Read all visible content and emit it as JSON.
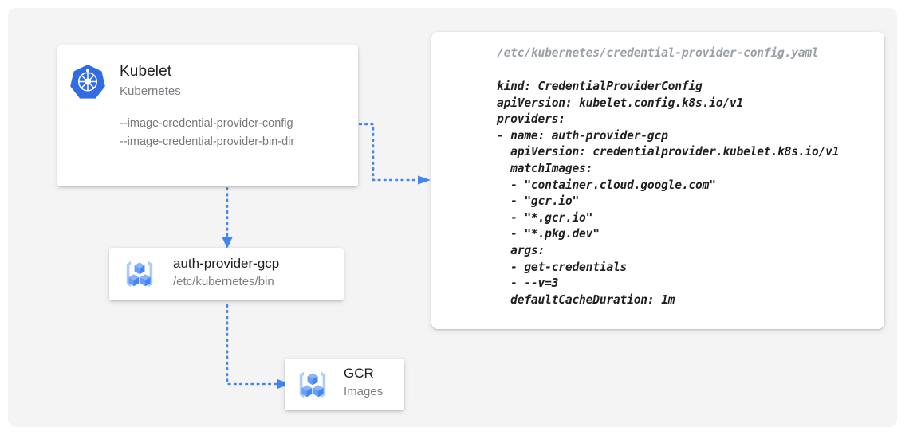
{
  "canvas": {
    "background": "#f4f4f4",
    "page_background": "#ffffff"
  },
  "colors": {
    "accent_blue": "#4285f4",
    "kubernetes_blue": "#326ce5",
    "icon_light_blue": "#8ab4f8",
    "icon_mid_blue": "#669df6",
    "text_primary": "#202124",
    "text_secondary": "#7b7f83",
    "connector": "#4285f4"
  },
  "nodes": {
    "kubelet": {
      "icon": "kubernetes-logo-icon",
      "title": "Kubelet",
      "subtitle": "Kubernetes",
      "flags": [
        "--image-credential-provider-config",
        "--image-credential-provider-bin-dir"
      ]
    },
    "auth_provider": {
      "icon": "container-registry-icon",
      "title": "auth-provider-gcp",
      "subtitle": "/etc/kubernetes/bin"
    },
    "gcr": {
      "icon": "container-registry-icon",
      "title": "GCR",
      "subtitle": "Images"
    }
  },
  "yaml_panel": {
    "filename": "/etc/kubernetes/credential-provider-config.yaml",
    "lines": [
      "kind: CredentialProviderConfig",
      "apiVersion: kubelet.config.k8s.io/v1",
      "providers:",
      "- name: auth-provider-gcp",
      "  apiVersion: credentialprovider.kubelet.k8s.io/v1",
      "  matchImages:",
      "  - \"container.cloud.google.com\"",
      "  - \"gcr.io\"",
      "  - \"*.gcr.io\"",
      "  - \"*.pkg.dev\"",
      "  args:",
      "  - get-credentials",
      "  - --v=3",
      "  defaultCacheDuration: 1m"
    ]
  },
  "connectors": [
    {
      "name": "kubelet-config-to-yaml",
      "from": "kubelet-config-flag",
      "to": "yaml-panel",
      "style": "dotted",
      "arrowhead": "right"
    },
    {
      "name": "kubelet-to-auth-provider",
      "from": "kubelet",
      "to": "auth-provider",
      "style": "dotted",
      "arrowhead": "down"
    },
    {
      "name": "auth-provider-to-gcr",
      "from": "auth-provider",
      "to": "gcr",
      "style": "dotted",
      "arrowhead": "right"
    }
  ]
}
